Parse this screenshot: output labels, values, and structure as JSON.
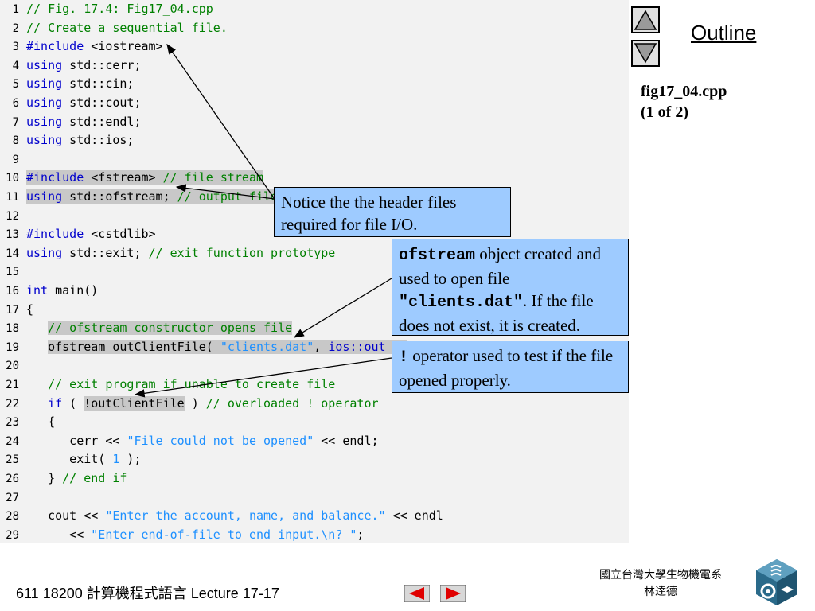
{
  "code_lines": [
    {
      "num": "1",
      "parts": [
        {
          "t": "// Fig. 17.4: Fig17_04.cpp",
          "c": "c"
        }
      ]
    },
    {
      "num": "2",
      "parts": [
        {
          "t": "// Create a sequential file.",
          "c": "c"
        }
      ]
    },
    {
      "num": "3",
      "parts": [
        {
          "t": "#include",
          "c": "k"
        },
        {
          "t": " <iostream>",
          "c": ""
        }
      ]
    },
    {
      "num": "4",
      "parts": [
        {
          "t": "using",
          "c": "k"
        },
        {
          "t": " std::cerr;",
          "c": ""
        }
      ]
    },
    {
      "num": "5",
      "parts": [
        {
          "t": "using",
          "c": "k"
        },
        {
          "t": " std::cin;",
          "c": ""
        }
      ]
    },
    {
      "num": "6",
      "parts": [
        {
          "t": "using",
          "c": "k"
        },
        {
          "t": " std::cout;",
          "c": ""
        }
      ]
    },
    {
      "num": "7",
      "parts": [
        {
          "t": "using",
          "c": "k"
        },
        {
          "t": " std::endl;",
          "c": ""
        }
      ]
    },
    {
      "num": "8",
      "parts": [
        {
          "t": "using",
          "c": "k"
        },
        {
          "t": " std::ios;",
          "c": ""
        }
      ]
    },
    {
      "num": "9",
      "parts": []
    },
    {
      "num": "10",
      "parts": [
        {
          "t": "#include",
          "c": "k hl"
        },
        {
          "t": " <fstream> ",
          "c": "hl"
        },
        {
          "t": "// file stream",
          "c": "c hl"
        }
      ]
    },
    {
      "num": "11",
      "parts": [
        {
          "t": "using",
          "c": "k hl"
        },
        {
          "t": " std::ofstream; ",
          "c": "hl"
        },
        {
          "t": "// output file stream",
          "c": "c hl"
        }
      ]
    },
    {
      "num": "12",
      "parts": []
    },
    {
      "num": "13",
      "parts": [
        {
          "t": "#include",
          "c": "k"
        },
        {
          "t": " <cstdlib>",
          "c": ""
        }
      ]
    },
    {
      "num": "14",
      "parts": [
        {
          "t": "using",
          "c": "k"
        },
        {
          "t": " std::exit; ",
          "c": ""
        },
        {
          "t": "// exit function prototype",
          "c": "c"
        }
      ]
    },
    {
      "num": "15",
      "parts": []
    },
    {
      "num": "16",
      "parts": [
        {
          "t": "int",
          "c": "k"
        },
        {
          "t": " main()",
          "c": ""
        }
      ]
    },
    {
      "num": "17",
      "parts": [
        {
          "t": "{",
          "c": ""
        }
      ]
    },
    {
      "num": "18",
      "parts": [
        {
          "t": "   ",
          "c": ""
        },
        {
          "t": "// ofstream constructor opens file",
          "c": "c hl"
        }
      ]
    },
    {
      "num": "19",
      "parts": [
        {
          "t": "   ",
          "c": ""
        },
        {
          "t": "ofstream outClientFile( ",
          "c": "hl"
        },
        {
          "t": "\"clients.dat\"",
          "c": "s hl"
        },
        {
          "t": ", ",
          "c": "hl"
        },
        {
          "t": "ios::out",
          "c": "k hl"
        },
        {
          "t": " );",
          "c": "hl"
        }
      ]
    },
    {
      "num": "20",
      "parts": []
    },
    {
      "num": "21",
      "parts": [
        {
          "t": "   ",
          "c": ""
        },
        {
          "t": "// exit program if unable to create file",
          "c": "c"
        }
      ]
    },
    {
      "num": "22",
      "parts": [
        {
          "t": "   ",
          "c": ""
        },
        {
          "t": "if",
          "c": "k"
        },
        {
          "t": " ( ",
          "c": ""
        },
        {
          "t": "!outClientFile",
          "c": "hl"
        },
        {
          "t": " ) ",
          "c": ""
        },
        {
          "t": "// overloaded ! operator",
          "c": "c"
        }
      ]
    },
    {
      "num": "23",
      "parts": [
        {
          "t": "   {",
          "c": ""
        }
      ]
    },
    {
      "num": "24",
      "parts": [
        {
          "t": "      cerr << ",
          "c": ""
        },
        {
          "t": "\"File could not be opened\"",
          "c": "s"
        },
        {
          "t": " << endl;",
          "c": ""
        }
      ]
    },
    {
      "num": "25",
      "parts": [
        {
          "t": "      exit( ",
          "c": ""
        },
        {
          "t": "1",
          "c": "n"
        },
        {
          "t": " );",
          "c": ""
        }
      ]
    },
    {
      "num": "26",
      "parts": [
        {
          "t": "   } ",
          "c": ""
        },
        {
          "t": "// end if",
          "c": "c"
        }
      ]
    },
    {
      "num": "27",
      "parts": []
    },
    {
      "num": "28",
      "parts": [
        {
          "t": "   cout << ",
          "c": ""
        },
        {
          "t": "\"Enter the account, name, and balance.\"",
          "c": "s"
        },
        {
          "t": " << endl",
          "c": ""
        }
      ]
    },
    {
      "num": "29",
      "parts": [
        {
          "t": "      << ",
          "c": ""
        },
        {
          "t": "\"Enter end-of-file to end input.\\n? \"",
          "c": "s"
        },
        {
          "t": ";",
          "c": ""
        }
      ]
    }
  ],
  "callouts": {
    "header_files": "Notice the the header files required for file I/O.",
    "ofstream_mono": "ofstream",
    "ofstream_text1": " object created and used to open file ",
    "ofstream_mono2": "\"clients.dat\"",
    "ofstream_text2": ". If the file does not exist, it is created.",
    "operator_mono": "!",
    "operator_text": " operator used to test if the file opened properly."
  },
  "sidebar": {
    "title": "Outline",
    "file_name": "fig17_04.cpp",
    "page": "(1 of 2)",
    "up_icon": "triangle-up-icon",
    "down_icon": "triangle-down-icon"
  },
  "footer": {
    "left": "611 18200 計算機程式語言  Lecture 17-17",
    "right_line1": "國立台灣大學生物機電系",
    "right_line2": "林達德",
    "prev_icon": "left-arrow-icon",
    "next_icon": "right-arrow-icon"
  },
  "colors": {
    "keyword": "#0000cc",
    "comment": "#008000",
    "string": "#1e90ff",
    "highlight": "#c8c8c8",
    "callout_bg": "#9ecbff",
    "nav_red": "#e00000"
  }
}
